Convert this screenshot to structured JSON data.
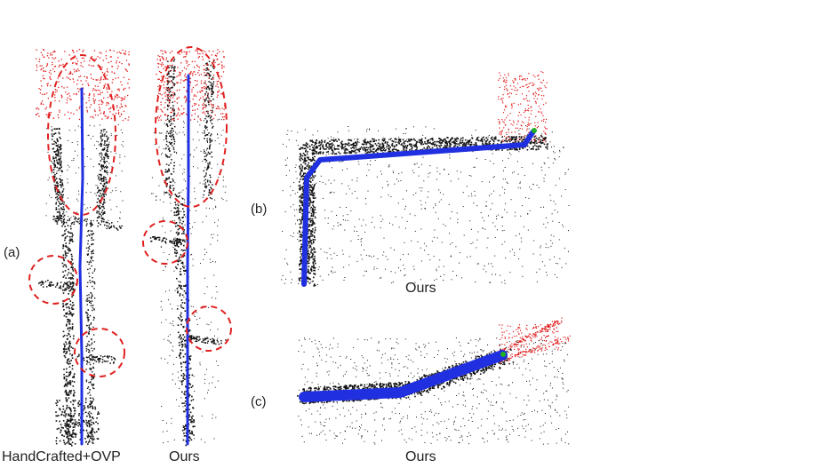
{
  "figure": {
    "panels": [
      {
        "id": "a",
        "label": "(a)"
      },
      {
        "id": "b",
        "label": "(b)"
      },
      {
        "id": "c",
        "label": "(c)"
      }
    ],
    "captions": {
      "a_left": "HandCrafted+OVP",
      "a_right": "Ours",
      "b": "Ours",
      "c": "Ours"
    }
  },
  "colors": {
    "map_points": "#111111",
    "observed_points": "#e0191b",
    "trajectory": "#2030e0",
    "highlight_ellipse": "#e02020",
    "pose_green": "#20b020"
  }
}
